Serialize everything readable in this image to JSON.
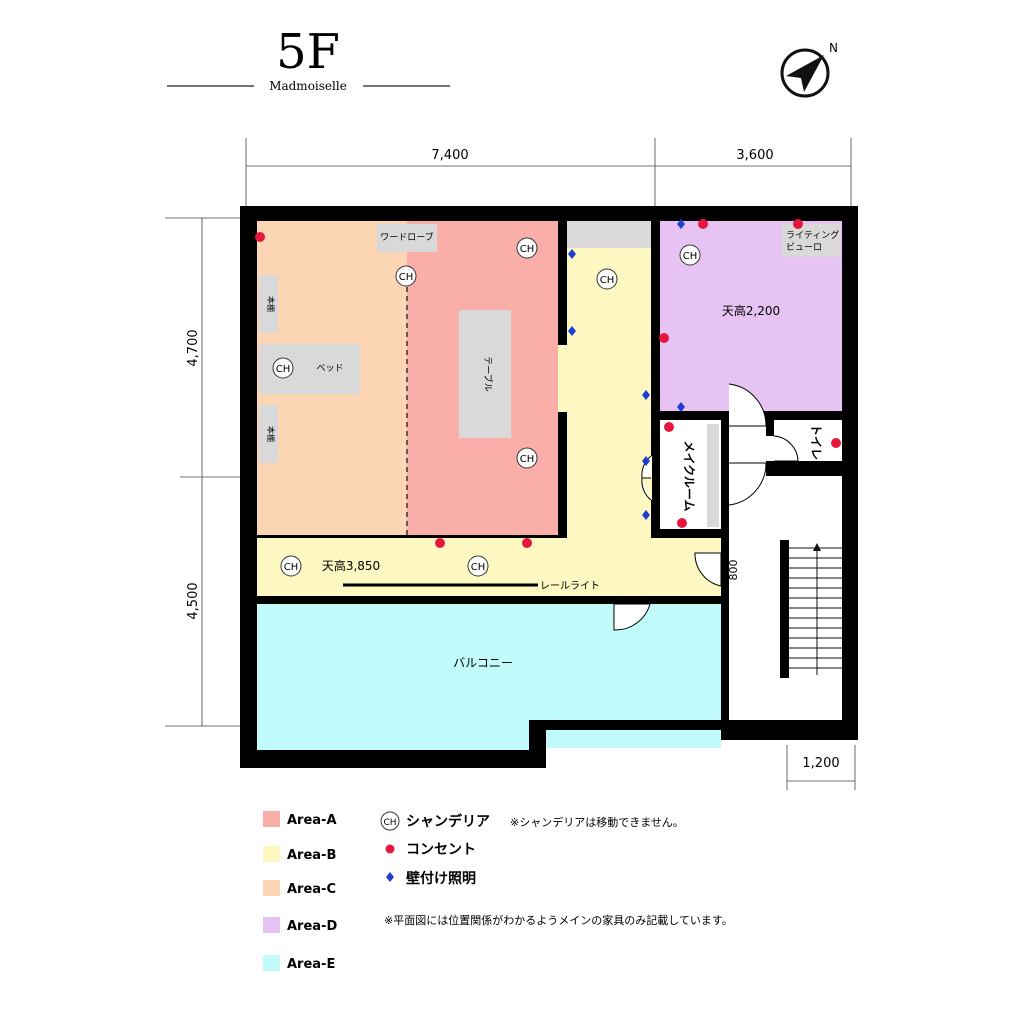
{
  "header": {
    "floor": "5F",
    "room_name": "Madmoiselle",
    "north_label": "N"
  },
  "dimensions": {
    "top_left_width": "7,400",
    "top_right_width": "3,600",
    "left_upper_height": "4,700",
    "left_lower_height": "4,500",
    "bottom_right_width": "1,200",
    "door_width": "800"
  },
  "rooms": {
    "wardrobe": "ワードローブ",
    "bookshelf_upper": "本棚",
    "bookshelf_lower": "本棚",
    "bed": "ベッド",
    "table": "テーブル",
    "ceiling_area_d": "天高2,200",
    "writing_bureau": "ライティング\nビューロ",
    "writing_bureau_line1": "ライティング",
    "writing_bureau_line2": "ビューロ",
    "makeup_room": "メイクルーム",
    "toilet": "トイレ",
    "ceiling_area_b": "天高3,850",
    "rail_light": "レールライト",
    "balcony": "バルコニー"
  },
  "chandelier_label": "CH",
  "legend": {
    "areas": [
      {
        "label": "Area-A",
        "color": "#f9aeaa"
      },
      {
        "label": "Area-B",
        "color": "#fdf7c2"
      },
      {
        "label": "Area-C",
        "color": "#fcd5b4"
      },
      {
        "label": "Area-D",
        "color": "#e6c3f2"
      },
      {
        "label": "Area-E",
        "color": "#c2fbfb"
      }
    ],
    "chandelier": "シャンデリア",
    "chandelier_note": "※シャンデリアは移動できません。",
    "outlet": "コンセント",
    "wall_light": "壁付け照明",
    "footnote": "※平面図には位置関係がわかるようメインの家具のみ記載しています。"
  },
  "colors": {
    "area_a": "#f9aeaa",
    "area_b": "#fdf7c2",
    "area_c": "#fcd5b4",
    "area_d": "#e6c3f2",
    "area_e": "#c2fbfb",
    "wall": "#000000",
    "furniture": "#d9d9d9",
    "outlet": "#e4173c",
    "wall_light": "#1f3fd0"
  },
  "icons": {
    "compass": "north-arrow-icon",
    "chandelier": "chandelier-icon",
    "outlet": "outlet-dot-icon",
    "wall_light": "wall-light-diamond-icon"
  }
}
